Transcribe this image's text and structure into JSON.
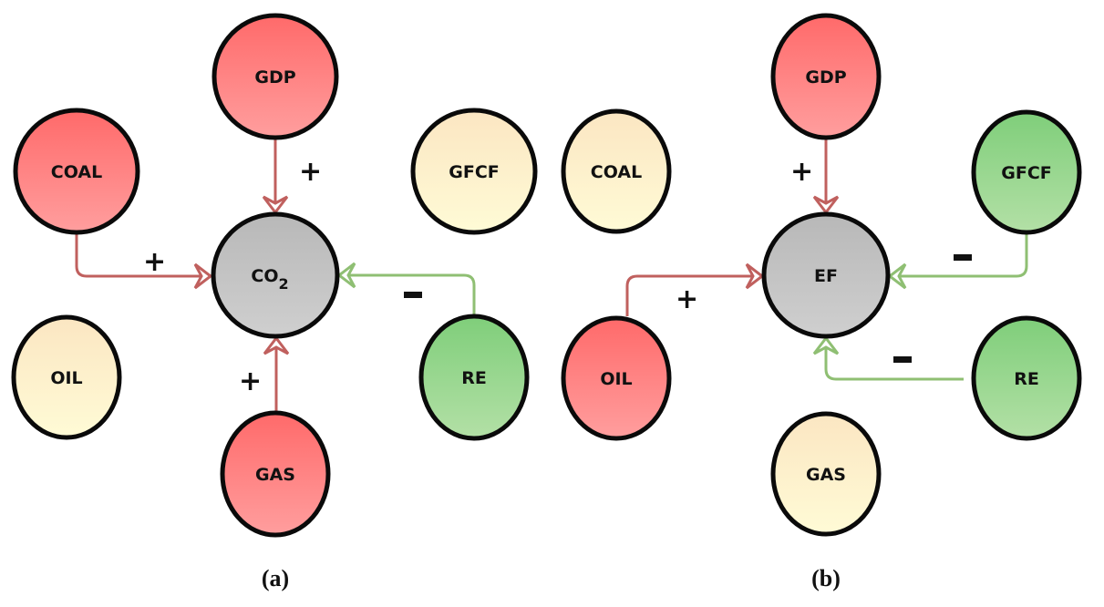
{
  "colors": {
    "positive_node_top": "#ff6a6a",
    "positive_node_bottom": "#ff9e9e",
    "negative_node_top": "#7fce7a",
    "negative_node_bottom": "#b3e0a6",
    "neutral_node_top": "#fbe6c2",
    "neutral_node_bottom": "#fffbd6",
    "target_node_top": "#b8b8b8",
    "target_node_bottom": "#cfcfcf",
    "positive_edge": "#c0605e",
    "negative_edge": "#8fbf73",
    "outline": "#0a0a0a"
  },
  "panels": [
    {
      "id": "a",
      "caption": "(a)",
      "target": {
        "label": "CO",
        "subscript": "2"
      },
      "nodes": [
        {
          "id": "GDP",
          "label": "GDP",
          "effect": "positive"
        },
        {
          "id": "COAL",
          "label": "COAL",
          "effect": "positive"
        },
        {
          "id": "GFCF",
          "label": "GFCF",
          "effect": "insignificant"
        },
        {
          "id": "OIL",
          "label": "OIL",
          "effect": "insignificant"
        },
        {
          "id": "GAS",
          "label": "GAS",
          "effect": "positive"
        },
        {
          "id": "RE",
          "label": "RE",
          "effect": "negative"
        }
      ],
      "edges": [
        {
          "from": "GDP",
          "to": "CO2",
          "sign": "+"
        },
        {
          "from": "COAL",
          "to": "CO2",
          "sign": "+"
        },
        {
          "from": "GAS",
          "to": "CO2",
          "sign": "+"
        },
        {
          "from": "RE",
          "to": "CO2",
          "sign": "-"
        }
      ]
    },
    {
      "id": "b",
      "caption": "(b)",
      "target": {
        "label": "EF",
        "subscript": ""
      },
      "nodes": [
        {
          "id": "GDP",
          "label": "GDP",
          "effect": "positive"
        },
        {
          "id": "COAL",
          "label": "COAL",
          "effect": "insignificant"
        },
        {
          "id": "GFCF",
          "label": "GFCF",
          "effect": "negative"
        },
        {
          "id": "OIL",
          "label": "OIL",
          "effect": "positive"
        },
        {
          "id": "RE",
          "label": "RE",
          "effect": "negative"
        },
        {
          "id": "GAS",
          "label": "GAS",
          "effect": "insignificant"
        }
      ],
      "edges": [
        {
          "from": "GDP",
          "to": "EF",
          "sign": "+"
        },
        {
          "from": "OIL",
          "to": "EF",
          "sign": "+"
        },
        {
          "from": "GFCF",
          "to": "EF",
          "sign": "-"
        },
        {
          "from": "RE",
          "to": "EF",
          "sign": "-"
        }
      ]
    }
  ]
}
